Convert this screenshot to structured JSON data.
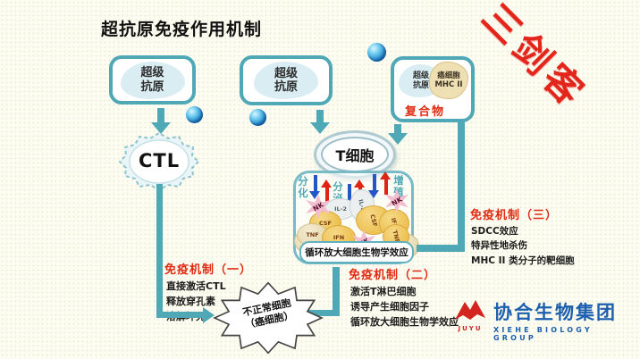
{
  "title": "超抗原免疫作用机制",
  "watermark": "三剑客",
  "boxes": {
    "left_antigen": "超级抗原",
    "mid_antigen": "超级抗原",
    "right_antigen": "超级抗原",
    "mhc_line1": "癌细胞",
    "mhc_line2": "MHC II",
    "complex": "复合物"
  },
  "cells": {
    "ctl": "CTL",
    "tcell": "T细胞",
    "target_line1": "不正常细胞",
    "target_line2": "（癌细胞）"
  },
  "effects": {
    "processes": [
      "分化",
      "分泌",
      "增殖"
    ],
    "cytokines": [
      {
        "label": "NK"
      },
      {
        "label": "IL-2"
      },
      {
        "label": "IL-2"
      },
      {
        "label": "CSF"
      },
      {
        "label": "TNF"
      },
      {
        "label": "IFN"
      },
      {
        "label": "CSF"
      },
      {
        "label": "IFN"
      },
      {
        "label": "TNF"
      },
      {
        "label": "NK"
      },
      {
        "label": "NK"
      }
    ],
    "caption": "循环放大细胞生物学效应"
  },
  "mechanisms": [
    {
      "heading": "免疫机制（一）",
      "lines": [
        "直接激活CTL",
        "释放穿孔素",
        "溶解坏死"
      ]
    },
    {
      "heading": "免疫机制（二）",
      "lines": [
        "激活T淋巴细胞",
        "诱导产生细胞因子",
        "循环放大细胞生物学效应"
      ]
    },
    {
      "heading": "免疫机制（三）",
      "lines": [
        "SDCC效应",
        "特异性地杀伤",
        "MHC II 类分子的靶细胞"
      ]
    }
  ],
  "logo": {
    "cn": "协合生物集团",
    "en": "XIEHE BIOLOGY GROUP",
    "mark": "JUYU"
  },
  "colors": {
    "teal": "#4fa8b5",
    "red": "#e02a12",
    "blue_arrow": "#2257c5",
    "red_arrow": "#e02414",
    "logo_blue": "#1c5faf"
  }
}
